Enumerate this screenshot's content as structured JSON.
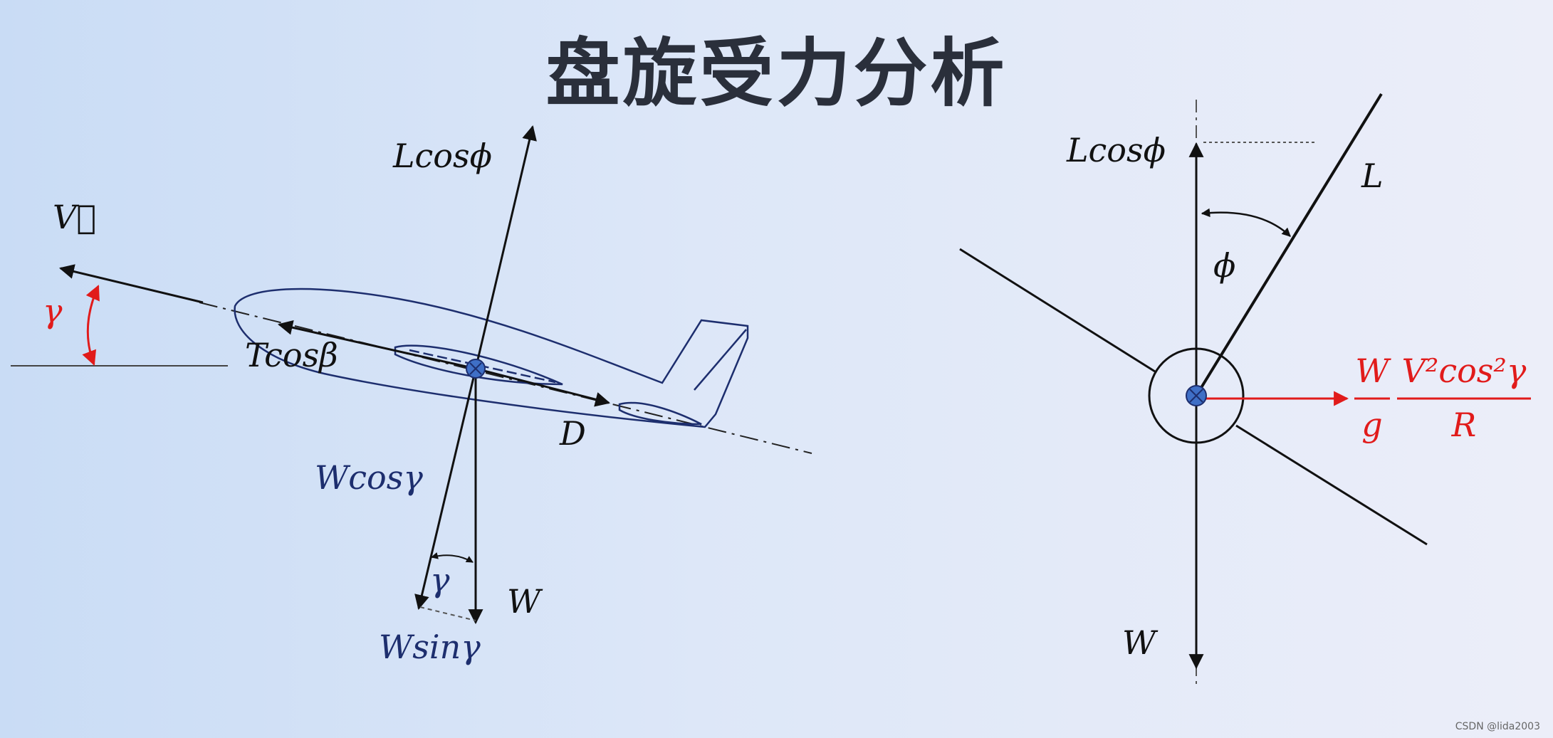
{
  "title": "盘旋受力分析",
  "left_diagram": {
    "labels": {
      "velocity": "V⃗",
      "gamma": "γ",
      "lift_vertical": "Lcosϕ",
      "thrust": "Tcosβ",
      "drag": "D",
      "w_cos": "Wcosγ",
      "gamma_bottom": "γ",
      "weight": "W",
      "w_sin": "Wsinγ"
    }
  },
  "right_diagram": {
    "labels": {
      "lift_vertical": "Lcosϕ",
      "lift": "L",
      "phi": "ϕ",
      "weight": "W"
    },
    "centripetal": {
      "num_left": "W",
      "den_left": "g",
      "num_right": "V²cos²γ",
      "den_right": "R"
    }
  },
  "watermark": "CSDN @lida2003",
  "colors": {
    "force_black": "#111111",
    "airframe_navy": "#1d2e6e",
    "angle_red": "#e11b1b",
    "cg_fill": "#3f6fc6"
  }
}
